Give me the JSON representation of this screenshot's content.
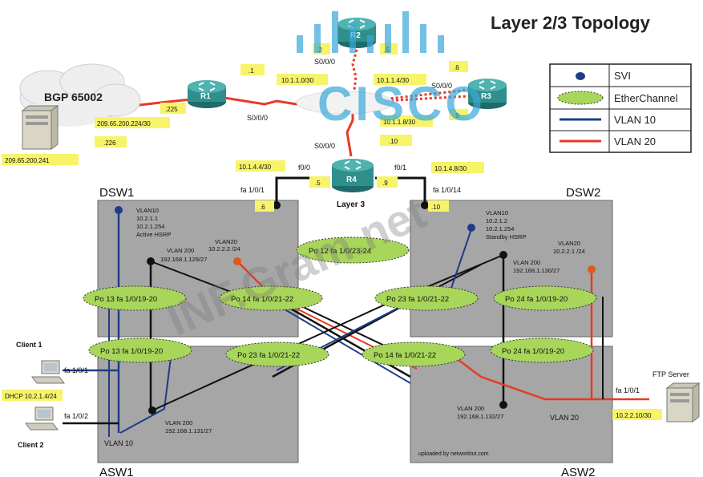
{
  "title": "Layer 2/3 Topology",
  "legend": {
    "svi": "SVI",
    "etherchannel": "EtherChannel",
    "vlan10": "VLAN 10",
    "vlan20": "VLAN 20"
  },
  "colors": {
    "vlan10": "#1f3c88",
    "vlan20": "#e53b25",
    "router": "#2f8f8c",
    "switch_box": "#a6a6a6",
    "ether_fill": "#a8d65a",
    "label_bg": "#f7f46a"
  },
  "bgp": {
    "label": "BGP 65002"
  },
  "routers": {
    "r1": "R1",
    "r2": "R2",
    "r3": "R3",
    "r4": "R4"
  },
  "switches": {
    "dsw1": "DSW1",
    "dsw2": "DSW2",
    "asw1": "ASW1",
    "asw2": "ASW2"
  },
  "layer3": "Layer 3",
  "server_left": {
    "ip": "209.65.200.241"
  },
  "addresses": {
    "link_bgp": "209.65.200.224/30",
    "r1_225": ".225",
    "isp_226": ".226",
    "r1_1": ".1",
    "r2_2": ".2",
    "r2_5": ".5",
    "r3_6": ".6",
    "r3_9": ".9",
    "r4_10": ".10",
    "net_1_0": "10.1.1.0/30",
    "net_1_4_top": "10.1.1.4/30",
    "net_1_8": "10.1.1.8/30",
    "net_4_4": "10.1.4.4/30",
    "net_4_8": "10.1.4.8/30",
    "r4_5": ".5",
    "r4_9": ".9",
    "dsw1_6": ".6",
    "dsw2_10": ".10"
  },
  "interfaces": {
    "r1_s000": "S0/0/0",
    "r2_s000": "S0/0/0",
    "r3_s000": "S0/0/0",
    "r4_s000": "S0/0/0",
    "r4_f00": "f0/0",
    "r4_f01": "f0/1",
    "dsw1_fa": "fa 1/0/1",
    "dsw2_fa": "fa 1/0/14",
    "client1_fa": "fa 1/0/1",
    "client2_fa": "fa 1/0/2",
    "ftp_fa": "fa 1/0/1"
  },
  "dsw1": {
    "vlan10": [
      "VLAN10",
      "10.2.1.1",
      "10.2.1.254",
      "Active HSRP"
    ],
    "vlan200": [
      "VLAN 200",
      "192.168.1.129/27"
    ],
    "vlan20": [
      "VLAN20",
      "10.2.2.2 /24"
    ]
  },
  "dsw2": {
    "vlan10": [
      "VLAN10",
      "10.2.1.2",
      "10.2.1.254",
      "Standby HSRP"
    ],
    "vlan200": [
      "VLAN 200",
      "192.168.1.130/27"
    ],
    "vlan20": [
      "VLAN20",
      "10.2.2.1 /24"
    ]
  },
  "asw1": {
    "vlan200": [
      "VLAN 200",
      "192.168.1.131/27"
    ],
    "vlan10": "VLAN 10"
  },
  "asw2": {
    "vlan200": [
      "VLAN 200",
      "192.168.1.132/27"
    ],
    "vlan20": "VLAN 20",
    "credit": "uploaded by networktut.com"
  },
  "etherchannels": {
    "po12": "Po 12  fa 1/0/23-24",
    "po13_top": "Po 13  fa 1/0/19-20",
    "po14_top": "Po 14  fa 1/0/21-22",
    "po23_top": "Po 23  fa 1/0/21-22",
    "po24_top": "Po 24  fa 1/0/19-20",
    "po13_bot": "Po 13  fa 1/0/19-20",
    "po23_bot": "Po 23  fa 1/0/21-22",
    "po14_bot": "Po 14  fa 1/0/21-22",
    "po24_bot": "Po 24  fa 1/0/19-20"
  },
  "clients": {
    "client1": "Client 1",
    "client2": "Client 2",
    "dhcp": "DHCP 10.2.1.4/24"
  },
  "ftp": {
    "label": "FTP Server",
    "ip": "10.2.2.10/30"
  },
  "watermarks": {
    "logo": "CISCO",
    "site": "INF.Gram.net"
  }
}
